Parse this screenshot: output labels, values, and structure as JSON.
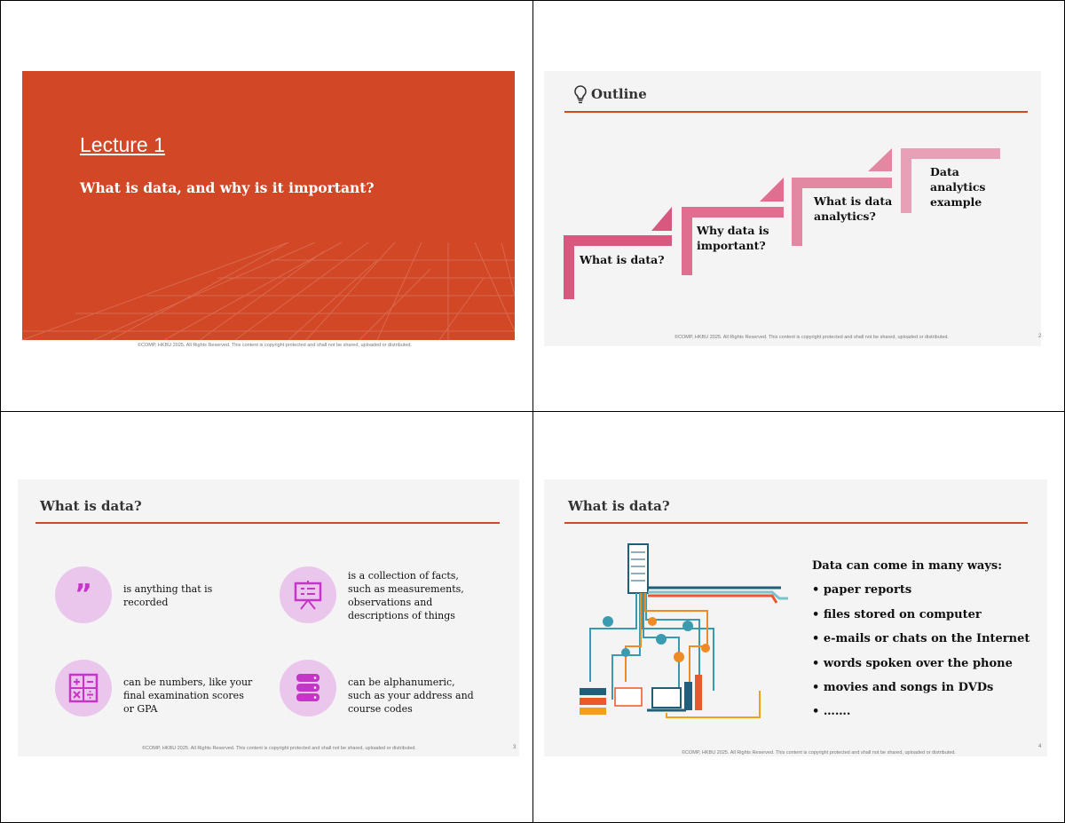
{
  "footer": "©COMP, HKBU 2025. All Rights Reserved. This content is copyright protected and shall not be shared, uploaded or distributed.",
  "slide1": {
    "title": "Lecture 1",
    "subtitle": "What is data, and why is it important?",
    "accent": "#d24726"
  },
  "slide2": {
    "title": "Outline",
    "icon": "lightbulb-icon",
    "page": "2",
    "steps": [
      "What is data?",
      "Why data is important?",
      "What is data analytics?",
      "Data analytics example"
    ],
    "step_colors": [
      "#d9587f",
      "#e06e91",
      "#e388a3",
      "#e9a0b6"
    ]
  },
  "slide3": {
    "title": "What is data?",
    "page": "3",
    "items": [
      {
        "icon": "quote-icon",
        "text": "is anything that is recorded"
      },
      {
        "icon": "presentation-board-icon",
        "text": "is a collection of facts, such as measurements, observations and descriptions of things"
      },
      {
        "icon": "calculator-icon",
        "text": "can be numbers, like your final examination scores or GPA"
      },
      {
        "icon": "database-icon",
        "text": "can be alphanumeric, such as your address and course codes"
      }
    ],
    "icon_color": "#c535c8"
  },
  "slide4": {
    "title": "What is data?",
    "page": "4",
    "lead": "Data can come in many ways:",
    "bullets": [
      "• paper reports",
      "• files stored on computer",
      "• e-mails or chats on the Internet",
      "• words spoken over the phone",
      "• movies and songs in DVDs",
      "• ……."
    ]
  }
}
